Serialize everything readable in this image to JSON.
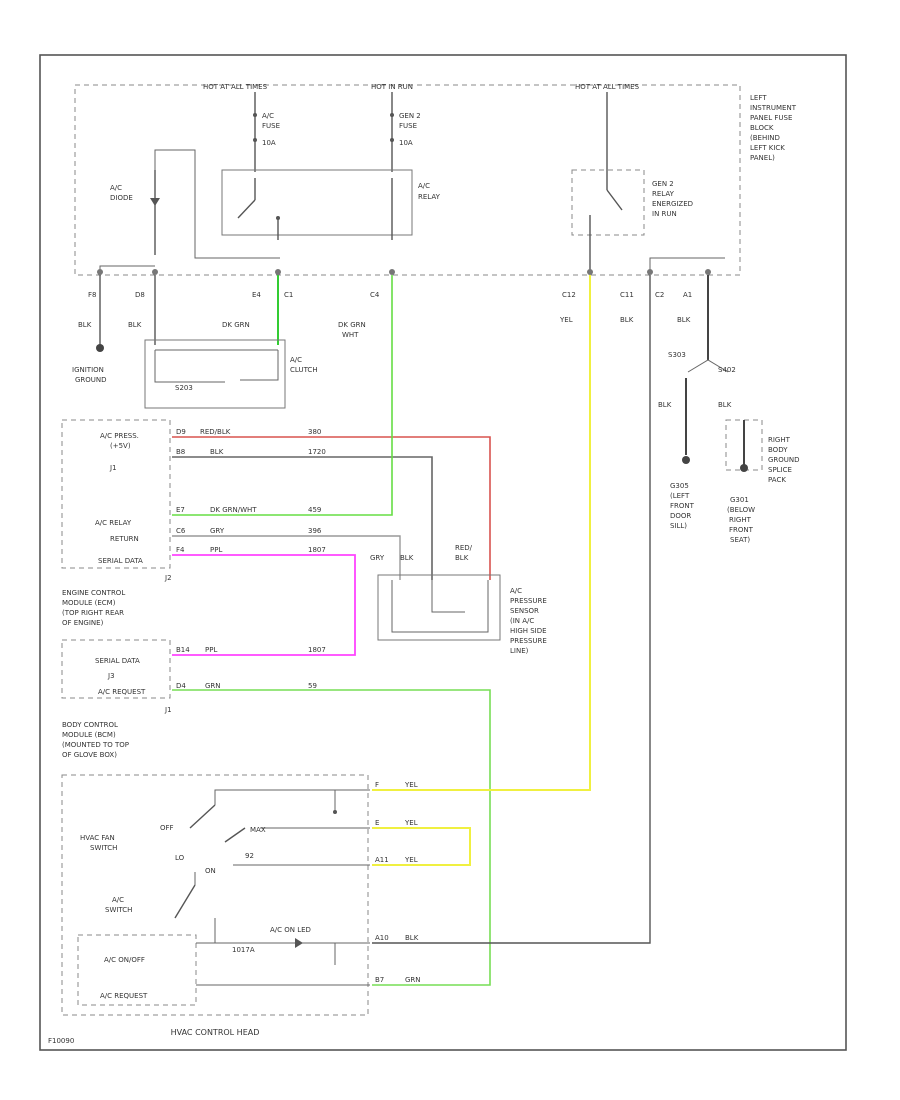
{
  "colors": {
    "red": "#d9534f",
    "green": "#33cc33",
    "lightgreen": "#77dd55",
    "magenta": "#ff44ff",
    "yellow": "#f0f040",
    "dark": "#555555",
    "gray": "#999999"
  },
  "supply": {
    "hot_all_left": "HOT AT ALL TIMES",
    "hot_in_run": "HOT IN RUN",
    "hot_all_right": "HOT AT ALL TIMES",
    "ac_fuse_a": "A/C",
    "ac_fuse_b": "FUSE",
    "ac_fuse_amp": "10A",
    "gen_fuse_a": "GEN 2",
    "gen_fuse_b": "FUSE",
    "gen_fuse_amp": "10A",
    "fuse_block": [
      "LEFT",
      "INSTRUMENT",
      "PANEL FUSE",
      "BLOCK",
      "(BEHIND",
      "LEFT KICK",
      "PANEL)"
    ]
  },
  "relays": {
    "diode_a": "A/C",
    "diode_b": "DIODE",
    "ac_relay_a": "A/C",
    "ac_relay_b": "RELAY",
    "gen_relay": [
      "GEN 2",
      "RELAY",
      "ENERGIZED",
      "IN RUN"
    ]
  },
  "connectors": {
    "f8": "F8",
    "d8": "D8",
    "e4": "E4",
    "c1": "C1",
    "c4": "C4",
    "c12": "C12",
    "c11": "C11",
    "c2": "C2",
    "a1": "A1"
  },
  "wires": {
    "blk1": "BLK",
    "blk2": "BLK",
    "dk_grn": "DK GRN",
    "dk_grn_wht_a": "DK GRN",
    "dk_grn_wht_b": "WHT",
    "yel": "YEL",
    "blk3": "BLK",
    "blk4": "BLK",
    "blk5": "BLK",
    "blk6": "BLK",
    "s303": "S303",
    "s402": "S402"
  },
  "clutch": {
    "label_a": "A/C",
    "label_b": "CLUTCH",
    "splice": "S203",
    "ground_a": "IGNITION",
    "ground_b": "GROUND"
  },
  "grounds": {
    "g305": [
      "G305",
      "(LEFT",
      "FRONT",
      "DOOR",
      "SILL)"
    ],
    "g301": [
      "G301",
      "(BELOW",
      "RIGHT",
      "FRONT",
      "SEAT)"
    ],
    "splice_pack": [
      "RIGHT",
      "BODY",
      "GROUND",
      "SPLICE",
      "PACK"
    ]
  },
  "ecm": {
    "press_a": "A/C PRESS.",
    "press_b": "(+5V)",
    "relay": "A/C RELAY",
    "return": "RETURN",
    "serial": "SERIAL DATA",
    "j1": "J1",
    "j2": "J2",
    "pins": [
      "D9",
      "B8",
      "E7",
      "C6",
      "F4"
    ],
    "wire_colors": [
      "RED/BLK",
      "BLK",
      "DK GRN/WHT",
      "GRY",
      "PPL"
    ],
    "circuits": [
      "380",
      "1720",
      "459",
      "396",
      "1807"
    ],
    "desc": [
      "ENGINE CONTROL",
      "MODULE (ECM)",
      "(TOP RIGHT REAR",
      "OF ENGINE)"
    ]
  },
  "sensor": {
    "gry": "GRY",
    "blk": "BLK",
    "red_a": "RED/",
    "red_b": "BLK",
    "desc": [
      "A/C",
      "PRESSURE",
      "SENSOR",
      "(IN A/C",
      "HIGH SIDE",
      "PRESSURE",
      "LINE)"
    ]
  },
  "bcm": {
    "serial": "SERIAL DATA",
    "request": "A/C REQUEST",
    "j3": "J3",
    "j1": "J1",
    "pins": [
      "B14",
      "D4"
    ],
    "wire_colors": [
      "PPL",
      "GRN"
    ],
    "circuits": [
      "1807",
      "59"
    ],
    "desc": [
      "BODY CONTROL",
      "MODULE (BCM)",
      "(MOUNTED TO TOP",
      "OF GLOVE BOX)"
    ]
  },
  "control_head": {
    "fan_switch_a": "HVAC FAN",
    "fan_switch_b": "SWITCH",
    "off": "OFF",
    "max": "MAX",
    "lo": "LO",
    "nbr_92": "92",
    "on": "ON",
    "ac_switch_a": "A/C",
    "ac_switch_b": "SWITCH",
    "on_led": "A/C ON LED",
    "led_ckt": "1017A",
    "on_off": "A/C ON/OFF",
    "request": "A/C REQUEST",
    "pins": [
      "F",
      "E",
      "A11",
      "A10",
      "B7"
    ],
    "wire_colors": [
      "YEL",
      "YEL",
      "YEL",
      "BLK",
      "GRN"
    ],
    "title": "HVAC CONTROL HEAD"
  },
  "footer": "F10090"
}
